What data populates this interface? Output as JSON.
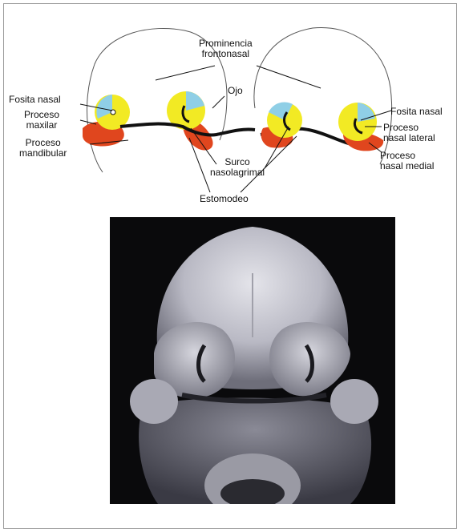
{
  "labels": {
    "prominencia": "Prominencia\nfrontonasal",
    "fosita_nasal_left": "Fosita nasal",
    "proceso_maxilar": "Proceso\nmaxilar",
    "proceso_mandibular": "Proceso\nmandibular",
    "ojo": "Ojo",
    "surco": "Surco\nnasolagrimal",
    "estomodeo": "Estomodeo",
    "fosita_nasal_right": "Fosita nasal",
    "proceso_nasal_lateral": "Proceso\nnasal lateral",
    "proceso_nasal_medial": "Proceso\nnasal medial"
  },
  "colors": {
    "yellow": "#f2ea24",
    "blue": "#8fcfe6",
    "red": "#e0461e",
    "line": "#111111"
  }
}
